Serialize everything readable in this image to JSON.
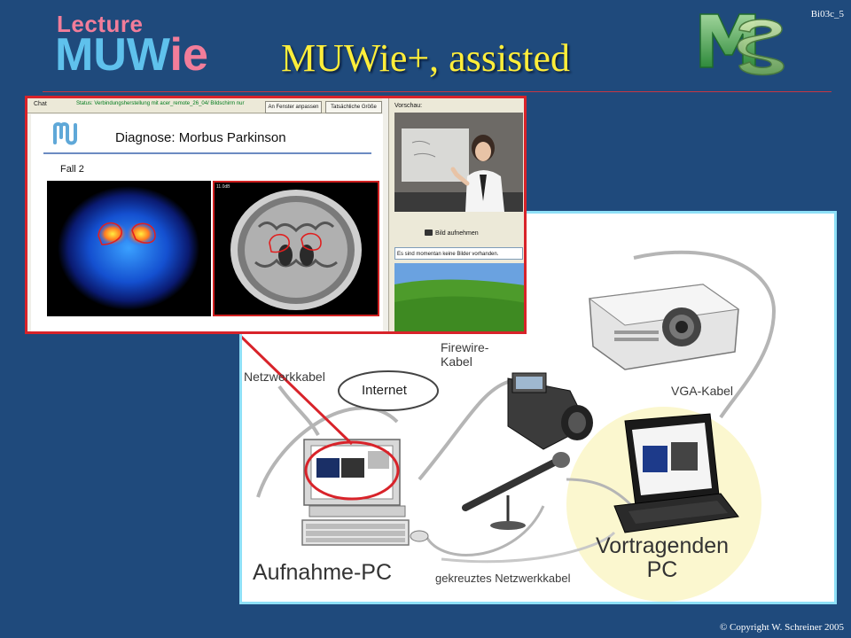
{
  "header": {
    "logo_lecture": "Lecture",
    "logo_muwie_a": "MUW",
    "logo_muwie_b": "ie",
    "title": "MUWie+, assisted",
    "slide_id": "Bi03c_5"
  },
  "inset": {
    "chat_label": "Chat",
    "status": "Status: Verbindungsherstellung mit acer_remote_26_04/ Bildschirm nur",
    "button_fit": "An Fenster anpassen",
    "button_actual": "Tatsächliche Größe",
    "slide_title": "Diagnose: Morbus Parkinson",
    "slide_case": "Fall 2",
    "mri_tag": "11.0dB",
    "preview_label": "Vorschau:",
    "capture_button": "Bild aufnehmen",
    "message": "Es sind momentan keine Bilder vorhanden."
  },
  "diagram": {
    "netzwerkkabel": "Netzwerkkabel",
    "internet": "Internet",
    "firewire_line1": "Firewire-",
    "firewire_line2": "Kabel",
    "vga": "VGA-Kabel",
    "aufnahme": "Aufnahme-PC",
    "gekreuztes": "gekreuztes Netzwerkkabel",
    "vortragenden_line1": "Vortragenden",
    "vortragenden_line2": "PC"
  },
  "footer": {
    "copyright": "© Copyright W. Schreiner 2005"
  },
  "colors": {
    "background": "#1f4a7c",
    "title": "#ffee3a",
    "accent_red": "#d8232a",
    "panel_border": "#8ee0f7"
  }
}
